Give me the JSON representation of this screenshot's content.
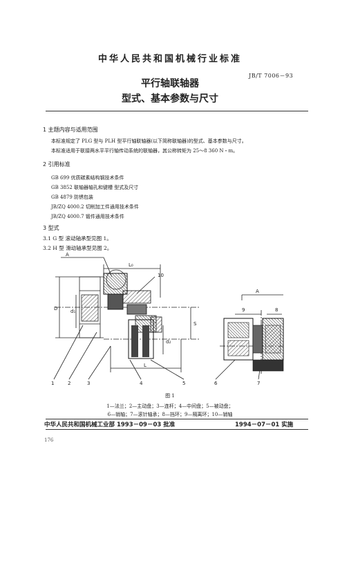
{
  "header": "中华人民共和国机械行业标准",
  "standard_number": "JB/T 7006－93",
  "title_line1": "平行轴联轴器",
  "title_line2": "型式、基本参数与尺寸",
  "sections": {
    "s1_heading": "1  主题内容与适用范围",
    "s1_para1": "本标准规定了 PLG 型与 PLH 型平行轴联轴器(以下简称联轴器)的型式、基本参数与尺寸。",
    "s1_para2": "本标准适用于联接两水平平行轴传动系统的联轴器，其公称转矩为 25～8 360 N・m。",
    "s2_heading": "2  引用标准",
    "s2_refs": [
      "GB 699   优质碳素结构钢技术条件",
      "GB 3852   联轴器轴孔和键槽   型式及尺寸",
      "GB 4879   防锈包装",
      "JB/ZQ 4000.2   切削加工件通用技术条件",
      "JB/ZQ 4000.7   锻件通用技术条件"
    ],
    "s3_heading": "3  型式",
    "s3_1": "3.1   G 型   滚动轴承型见图 1。",
    "s3_2": "3.2   H 型   滑动轴承型见图 2。"
  },
  "figure": {
    "labels": {
      "A_left": "A",
      "L0": "L₀",
      "n10": "10",
      "D": "D",
      "d1": "d₁",
      "S": "S",
      "d2": "d₂",
      "L": "L",
      "n1": "1",
      "n2": "2",
      "n3": "3",
      "n4": "4",
      "n5": "5",
      "A_right": "A",
      "n9": "9",
      "n8": "8",
      "n6": "6",
      "n7": "7"
    },
    "caption_title": "图 1",
    "caption_line1": "1—法兰；2—主动盘；3—连杆；4—中间盘；5—被动盘；",
    "caption_line2": "6—销轴；7—滚针轴承；8—挡环；9—隔离环；10—销轴"
  },
  "footer": {
    "approver": "中华人民共和国机械工业部 1993－09－03 批准",
    "effective": "1994－07－01 实施"
  },
  "page_number": "176"
}
